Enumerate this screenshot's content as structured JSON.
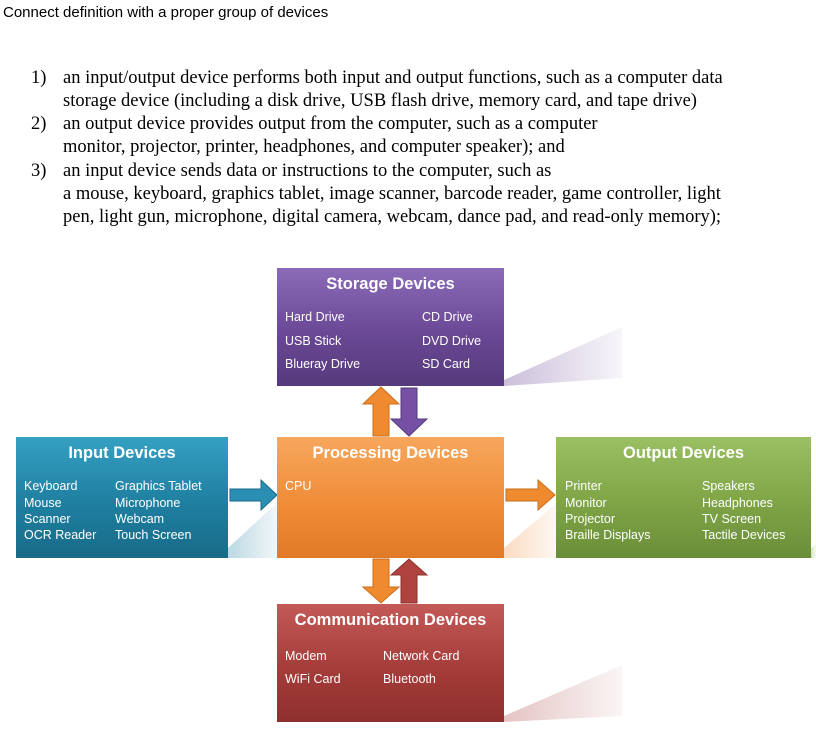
{
  "heading": "Connect definition with a proper group of devices",
  "definitions": [
    {
      "number": "1)",
      "lines": [
        "an input/output device performs both input and output functions, such as a computer data",
        "storage device (including a disk drive, USB flash drive, memory card, and tape drive)"
      ]
    },
    {
      "number": "2)",
      "lines": [
        " an output device provides output from the computer, such as a computer",
        "monitor, projector, printer, headphones, and computer speaker); and"
      ]
    },
    {
      "number": "3)",
      "lines": [
        " an input device sends data or instructions to the computer, such as",
        "a mouse, keyboard, graphics tablet, image scanner, barcode reader, game controller, light",
        "pen, light gun, microphone, digital camera, webcam, dance pad, and read-only memory);"
      ]
    }
  ],
  "diagram": {
    "storage": {
      "title": "Storage Devices",
      "color": "#6a4895",
      "items": [
        "Hard Drive",
        "CD Drive",
        "USB Stick",
        "DVD Drive",
        "Blueray Drive",
        "SD Card"
      ]
    },
    "input": {
      "title": "Input Devices",
      "color": "#1f7fa0",
      "items": [
        "Keyboard",
        "Graphics Tablet",
        "Mouse",
        "Microphone",
        "Scanner",
        "Webcam",
        "OCR Reader",
        "Touch Screen"
      ]
    },
    "processing": {
      "title": "Processing  Devices",
      "color": "#ef8a35",
      "items": [
        "CPU"
      ]
    },
    "output": {
      "title": "Output Devices",
      "color": "#7ea446",
      "items": [
        "Printer",
        "Speakers",
        "Monitor",
        "Headphones",
        "Projector",
        "TV Screen",
        "Braille Displays",
        "Tactile Devices"
      ]
    },
    "communication": {
      "title": "Communication  Devices",
      "color": "#a53c39",
      "items": [
        "Modem",
        "Network Card",
        "WiFi Card",
        "Bluetooth"
      ]
    }
  }
}
